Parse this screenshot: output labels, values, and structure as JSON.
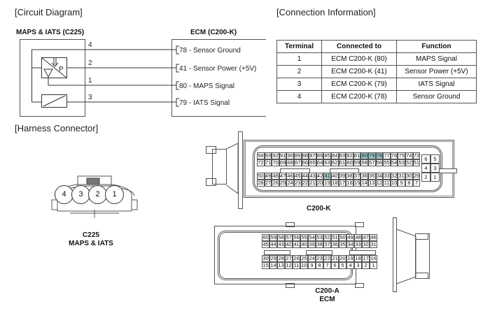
{
  "sections": {
    "circuit_diagram": "[Circuit Diagram]",
    "connection_information": "[Connection Information]",
    "harness_connector": "[Harness Connector]"
  },
  "circuit": {
    "sensor_title": "MAPS & IATS (C225)",
    "ecm_title": "ECM (C200-K)",
    "sensor_symbol_label": "P",
    "wires": [
      {
        "sensor_pin": "4",
        "ecm_label": "78 - Sensor Ground"
      },
      {
        "sensor_pin": "2",
        "ecm_label": "41 - Sensor Power (+5V)"
      },
      {
        "sensor_pin": "1",
        "ecm_label": "80 - MAPS Signal"
      },
      {
        "sensor_pin": "3",
        "ecm_label": "79 - IATS Signal"
      }
    ]
  },
  "connection_table": {
    "headers": [
      "Terminal",
      "Connected to",
      "Function"
    ],
    "rows": [
      [
        "1",
        "ECM C200-K (80)",
        "MAPS Signal"
      ],
      [
        "2",
        "ECM C200-K (41)",
        "Sensor Power (+5V)"
      ],
      [
        "3",
        "ECM C200-K (79)",
        "IATS Signal"
      ],
      [
        "4",
        "ECM C200-K (78)",
        "Sensor Ground"
      ]
    ]
  },
  "connectors": {
    "c225": {
      "label_line1": "C225",
      "label_line2": "MAPS & IATS",
      "pins": [
        "4",
        "3",
        "2",
        "1"
      ]
    },
    "c200k": {
      "label": "C200-K",
      "highlight_color": "#9fcfd0",
      "highlighted_pins": [
        "80",
        "79",
        "78",
        "41"
      ],
      "rows": [
        [
          "94",
          "93",
          "92",
          "91",
          "90",
          "89",
          "88",
          "87",
          "86",
          "85",
          "84",
          "83",
          "82",
          "81",
          "80",
          "79",
          "78",
          "77",
          "76",
          "75",
          "74",
          "73"
        ],
        [
          "72",
          "71",
          "70",
          "69",
          "68",
          "67",
          "66",
          "65",
          "64",
          "63",
          "62",
          "61",
          "60",
          "59",
          "58",
          "57",
          "56",
          "55",
          "54",
          "53",
          "52",
          "51"
        ],
        [
          "50",
          "49",
          "48",
          "47",
          "46",
          "45",
          "44",
          "43",
          "42",
          "41",
          "40",
          "39",
          "38",
          "37",
          "36",
          "35",
          "34",
          "33",
          "32",
          "31",
          "30",
          "29"
        ],
        [
          "28",
          "27",
          "26",
          "25",
          "24",
          "23",
          "22",
          "21",
          "20",
          "19",
          "18",
          "17",
          "16",
          "15",
          "14",
          "13",
          "12",
          "11",
          "10",
          "9",
          "8",
          "7"
        ]
      ],
      "side_block": [
        [
          "6",
          "5"
        ],
        [
          "4",
          "3"
        ],
        [
          "2",
          "1"
        ]
      ]
    },
    "c200a": {
      "label_line1": "C200-A",
      "label_line2": "ECM",
      "rows": [
        [
          "60",
          "59",
          "58",
          "57",
          "56",
          "55",
          "54",
          "53",
          "52",
          "51",
          "50",
          "49",
          "48",
          "47",
          "46"
        ],
        [
          "45",
          "44",
          "43",
          "42",
          "41",
          "40",
          "39",
          "38",
          "37",
          "36",
          "35",
          "34",
          "33",
          "32",
          "31"
        ],
        [
          "30",
          "29",
          "28",
          "27",
          "26",
          "25",
          "24",
          "23",
          "22",
          "21",
          "20",
          "19",
          "18",
          "17",
          "16"
        ],
        [
          "15",
          "14",
          "13",
          "12",
          "11",
          "10",
          "9",
          "8",
          "7",
          "6",
          "5",
          "4",
          "3",
          "2",
          "1"
        ]
      ]
    }
  }
}
